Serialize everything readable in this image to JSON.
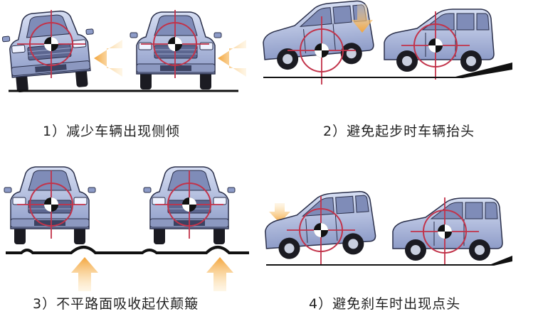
{
  "captions": {
    "p1": "1）减少车辆出现侧倾",
    "p2": "2）避免起步时车辆抬头",
    "p3": "3）不平路面吸收起伏颠簸",
    "p4": "4）避免刹车时出现点头"
  },
  "colors": {
    "car_body": "#b9c6e6",
    "car_body_dark": "#8797c4",
    "car_outline": "#2a2f4a",
    "target": "#c2334a",
    "arrow": "#f2a23a",
    "ground": "#111111"
  },
  "icons": [
    "front-car-icon",
    "side-car-icon",
    "crosshair-icon",
    "force-arrow-icon"
  ]
}
